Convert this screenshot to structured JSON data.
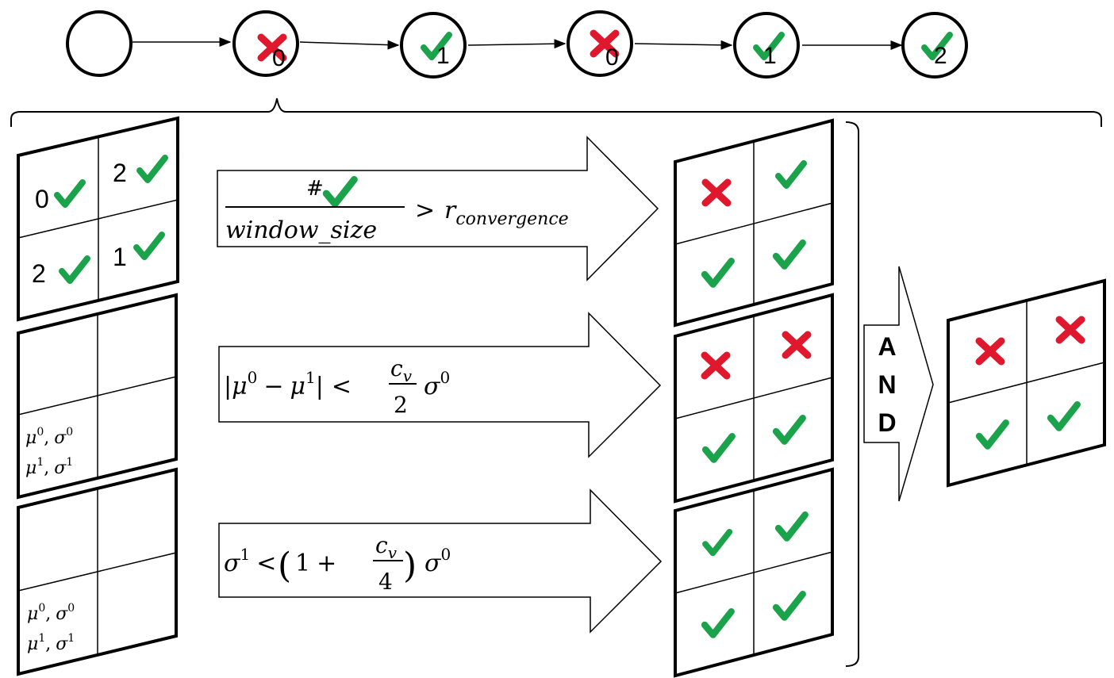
{
  "colors": {
    "check": "#1aa34a",
    "cross": "#e0182d",
    "stroke": "#000000"
  },
  "timeline": [
    {
      "mark": "none",
      "label": ""
    },
    {
      "mark": "cross",
      "label": "0"
    },
    {
      "mark": "check",
      "label": "1"
    },
    {
      "mark": "cross",
      "label": "0"
    },
    {
      "mark": "check",
      "label": "1"
    },
    {
      "mark": "check",
      "label": "2"
    }
  ],
  "input_panels": {
    "panel1": {
      "cells": [
        "0",
        "2",
        "2",
        "1"
      ]
    },
    "stats_label": {
      "mu0": "μ",
      "sup0": "0",
      "sig0": "σ",
      "sig0sup": "0",
      "mu1": "μ",
      "sup1": "1",
      "sig1": "σ",
      "sig1sup": "1",
      "sep": ","
    }
  },
  "formulas": {
    "f1": {
      "numerator": "#",
      "denominator": "window_size",
      "gt": ">",
      "r": "r",
      "r_sub": "convergence"
    },
    "f2": {
      "abs_open": "|",
      "mu0": "μ",
      "sup0": "0",
      "minus": "−",
      "mu1": "μ",
      "sup1": "1",
      "abs_close": "|",
      "lt": "<",
      "frac_num": "c",
      "frac_num_sub": "v",
      "frac_den": "2",
      "sigma": "σ",
      "sigma_sup": "0"
    },
    "f3": {
      "sigma": "σ",
      "sigma_sup": "1",
      "lt": "<",
      "paren_open": "(",
      "one": "1",
      "plus": "+",
      "frac_num": "c",
      "frac_num_sub": "v",
      "frac_den": "4",
      "paren_close": ")",
      "sigma2": "σ",
      "sigma2_sup": "0"
    }
  },
  "result_grids": {
    "grid1": [
      "cross",
      "check",
      "check",
      "check"
    ],
    "grid2": [
      "cross",
      "cross",
      "check",
      "check"
    ],
    "grid3": [
      "check",
      "check",
      "check",
      "check"
    ]
  },
  "and_label": [
    "A",
    "N",
    "D"
  ],
  "final_grid": [
    "cross",
    "cross",
    "check",
    "check"
  ]
}
